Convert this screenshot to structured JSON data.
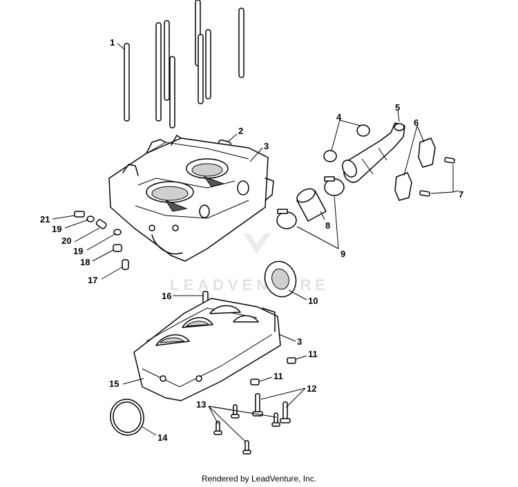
{
  "callouts": [
    "1",
    "2",
    "3",
    "4",
    "5",
    "6",
    "7",
    "8",
    "9",
    "10",
    "11",
    "12",
    "13",
    "14",
    "15",
    "16",
    "17",
    "18",
    "19",
    "20",
    "21"
  ],
  "callout_3_lower": "3",
  "callout_11_lower": "11",
  "callout_19_lower": "19",
  "watermark": "LEADVENTURE",
  "footer": "Rendered by LeadVenture, Inc."
}
